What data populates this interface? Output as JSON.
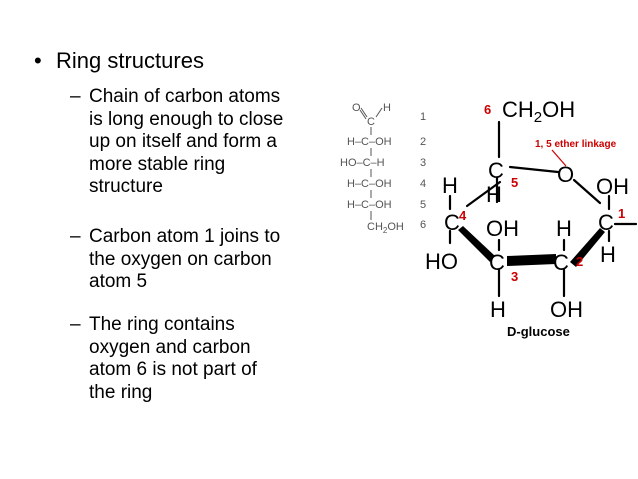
{
  "bullet": {
    "symbol": "•",
    "text": "Ring structures"
  },
  "sub_bullets": [
    {
      "dash": "–",
      "lines": [
        "Chain of carbon atoms",
        "is long enough to close",
        "up on itself and form a",
        "more stable ring",
        "structure"
      ]
    },
    {
      "dash": "–",
      "lines": [
        "Carbon atom 1 joins to",
        "the oxygen on carbon",
        "atom 5"
      ]
    },
    {
      "dash": "–",
      "lines": [
        "The ring contains",
        "oxygen and carbon",
        "atom 6 is not part of",
        "the ring"
      ]
    }
  ],
  "chain": {
    "rows": [
      "H–C–OH",
      "HO–C–H",
      "H–C–OH",
      "H–C–OH"
    ],
    "top_o": "O",
    "top_c": "C",
    "top_h": "H",
    "bottom": "CH",
    "bottom_sub": "2",
    "bottom_tail": "OH",
    "numbers": [
      "1",
      "2",
      "3",
      "4",
      "5",
      "6"
    ]
  },
  "ring": {
    "ch2oh_num": "6",
    "ch2oh": "CH",
    "ch2oh_sub": "2",
    "ch2oh_tail": "OH",
    "ether_label": "1, 5 ether linkage",
    "o_ring": "O",
    "c5": "C",
    "c5_num": "5",
    "c5_h": "H",
    "c4": "C",
    "c4_num": "4",
    "c4_h": "H",
    "c4_ho": "HO",
    "c3": "C",
    "c3_num": "3",
    "c3_oh": "OH",
    "c3_h": "H",
    "c2": "C",
    "c2_num": "2",
    "c2_h": "H",
    "c2_oh": "OH",
    "c1": "C",
    "c1_num": "1",
    "c1_oh": "OH",
    "c1_h": "H",
    "caption": "D-glucose"
  },
  "colors": {
    "number_red": "#cc0000",
    "text": "#000000",
    "gray": "#555555"
  }
}
